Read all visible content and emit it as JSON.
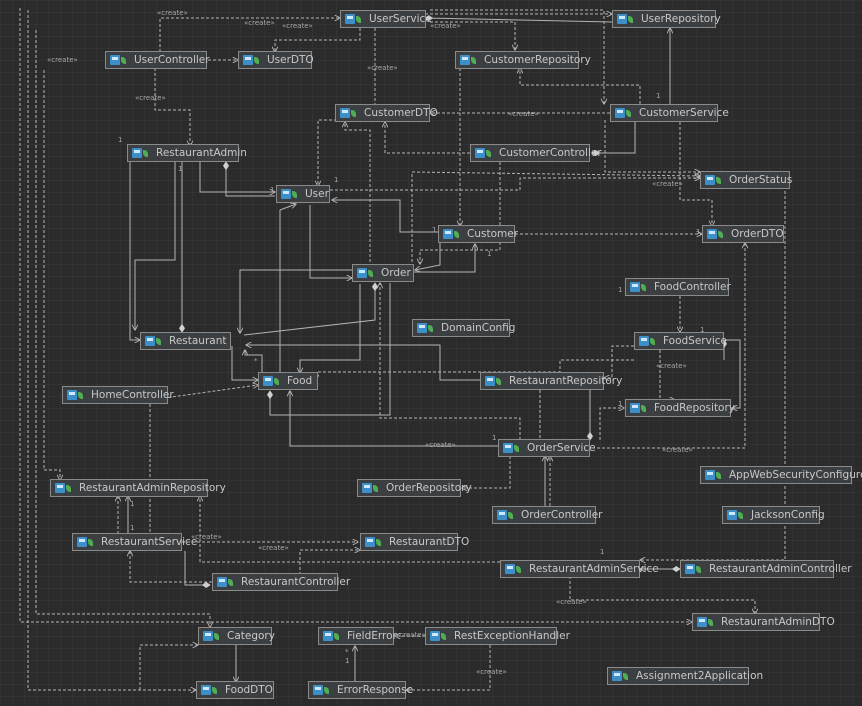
{
  "diagram": {
    "colors": {
      "background": "#2b2b2b",
      "node_fill": "#3c3f41",
      "node_border": "#8a8a8a",
      "text": "#c8c8c8",
      "edge": "#b4b4b4",
      "icon_blue": "#3d8fc9",
      "icon_green": "#4fae53"
    },
    "nodes": {
      "user_service": "UserService",
      "user_repository": "UserRepository",
      "user_controller": "UserController",
      "user_dto": "UserDTO",
      "customer_repository": "CustomerRepository",
      "customer_dto": "CustomerDTO",
      "customer_service": "CustomerService",
      "restaurant_admin": "RestaurantAdmin",
      "customer_controller": "CustomerController",
      "order_status": "OrderStatus",
      "user": "User",
      "customer": "Customer",
      "order_dto": "OrderDTO",
      "order": "Order",
      "food_controller": "FoodController",
      "domain_config": "DomainConfig",
      "restaurant": "Restaurant",
      "food_service": "FoodService",
      "food": "Food",
      "restaurant_repository": "RestaurantRepository",
      "home_controller": "HomeController",
      "food_repository": "FoodRepository",
      "order_service": "OrderService",
      "app_web_security_configurer": "AppWebSecurityConfigurer",
      "restaurant_admin_repository": "RestaurantAdminRepository",
      "order_repository": "OrderRepository",
      "order_controller": "OrderController",
      "jackson_config": "JacksonConfig",
      "restaurant_service": "RestaurantService",
      "restaurant_dto": "RestaurantDTO",
      "restaurant_admin_service": "RestaurantAdminService",
      "restaurant_admin_controller": "RestaurantAdminController",
      "restaurant_controller": "RestaurantController",
      "restaurant_admin_dto": "RestaurantAdminDTO",
      "category": "Category",
      "field_error": "FieldError",
      "rest_exception_handler": "RestExceptionHandler",
      "error_response": "ErrorResponse",
      "assignment2_application": "Assignment2Application",
      "food_dto": "FoodDTO"
    },
    "labels": {
      "create": "«create»",
      "one": "1",
      "many": "*"
    }
  }
}
